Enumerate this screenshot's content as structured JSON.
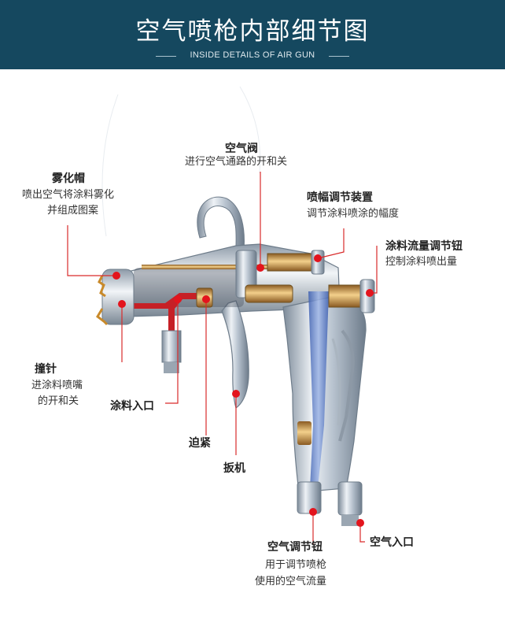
{
  "header": {
    "title": "空气喷枪内部细节图",
    "subtitle": "INSIDE DETAILS OF AIR GUN"
  },
  "colors": {
    "header_bg": "#15485f",
    "marker": "#e3141d",
    "text": "#222222"
  },
  "callouts": {
    "air_valve": {
      "label": "空气阀",
      "desc": [
        "进行空气通路的开和关"
      ]
    },
    "atomizer_cap": {
      "label": "雾化帽",
      "desc": [
        "喷出空气将涂料雾化",
        "并组成图案"
      ]
    },
    "spray_width": {
      "label": "喷幅调节装置",
      "desc": [
        "调节涂料喷涂的幅度"
      ]
    },
    "paint_flow": {
      "label": "涂料流量调节钮",
      "desc": [
        "控制涂料喷出量"
      ]
    },
    "needle": {
      "label": "撞针",
      "desc": [
        "进涂料喷嘴",
        "的开和关"
      ]
    },
    "paint_inlet": {
      "label": "涂料入口"
    },
    "tighten": {
      "label": "迫紧"
    },
    "trigger": {
      "label": "扳机"
    },
    "air_adjust": {
      "label": "空气调节钮",
      "desc": [
        "用于调节喷枪",
        "使用的空气流量"
      ]
    },
    "air_inlet": {
      "label": "空气入口"
    }
  }
}
